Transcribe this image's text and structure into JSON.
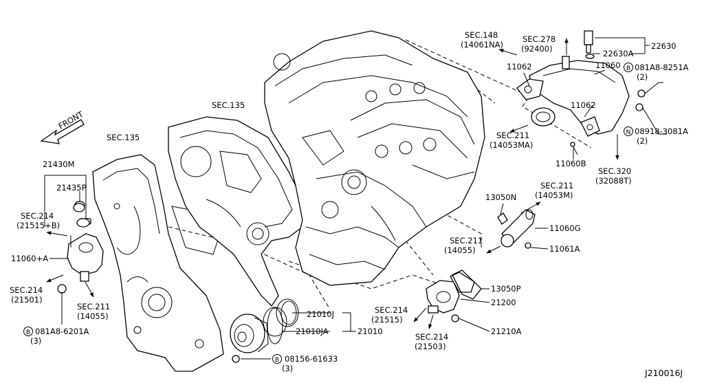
{
  "diagram_id": "J210016J",
  "front_label": "FRONT",
  "labels": {
    "sec135_left": "SEC.135",
    "sec135_center": "SEC.135",
    "p21430M": "21430M",
    "p21435P": "21435P",
    "sec214_a": "SEC.214",
    "sec214_a_code": "(21515+B)",
    "p11060A": "11060+A",
    "sec214_b": "SEC.214",
    "sec214_b_code": "(21501)",
    "sec211_a": "SEC.211",
    "sec211_a_code": "(14055)",
    "bolt_a_code": "081A8-6201A",
    "bolt_a_qty": "(3)",
    "p21010J": "21010J",
    "p21010JA": "21010JA",
    "p21010": "21010",
    "bolt_b_code": "08156-61633",
    "bolt_b_qty": "(3)",
    "sec148": "SEC.148",
    "sec148_code": "(14061NA)",
    "sec278": "SEC.278",
    "sec278_code": "(92400)",
    "p22630": "22630",
    "p22630A": "22630A",
    "p11062_top": "11062",
    "p11060": "11060",
    "bolt_c_code": "081A8-8251A",
    "bolt_c_qty": "(2)",
    "p11062_mid": "11062",
    "nut_code": "08918-3081A",
    "nut_qty": "(2)",
    "sec211_b": "SEC.211",
    "sec211_b_code": "(14053MA)",
    "p11060B": "11060B",
    "sec320": "SEC.320",
    "sec320_code": "(32088T)",
    "sec211_c": "SEC.211",
    "sec211_c_code": "(14053M)",
    "p13050N": "13050N",
    "p11060G": "11060G",
    "sec211_d": "SEC.211",
    "sec211_d_code": "(14055)",
    "p11061A": "11061A",
    "p13050P": "13050P",
    "p21200": "21200",
    "sec214_c": "SEC.214",
    "sec214_c_code": "(21515)",
    "p21210A": "21210A",
    "sec214_d": "SEC.214",
    "sec214_d_code": "(21503)"
  },
  "markers": {
    "bolt": "B",
    "nut": "N"
  },
  "icons": {
    "engine_block": "engine-block-illustration",
    "water_pump": "water-pump-illustration",
    "thermostat": "thermostat-housing-illustration",
    "water_outlet": "water-outlet-pipe-illustration",
    "timing_cover": "timing-chain-cover-illustration"
  }
}
